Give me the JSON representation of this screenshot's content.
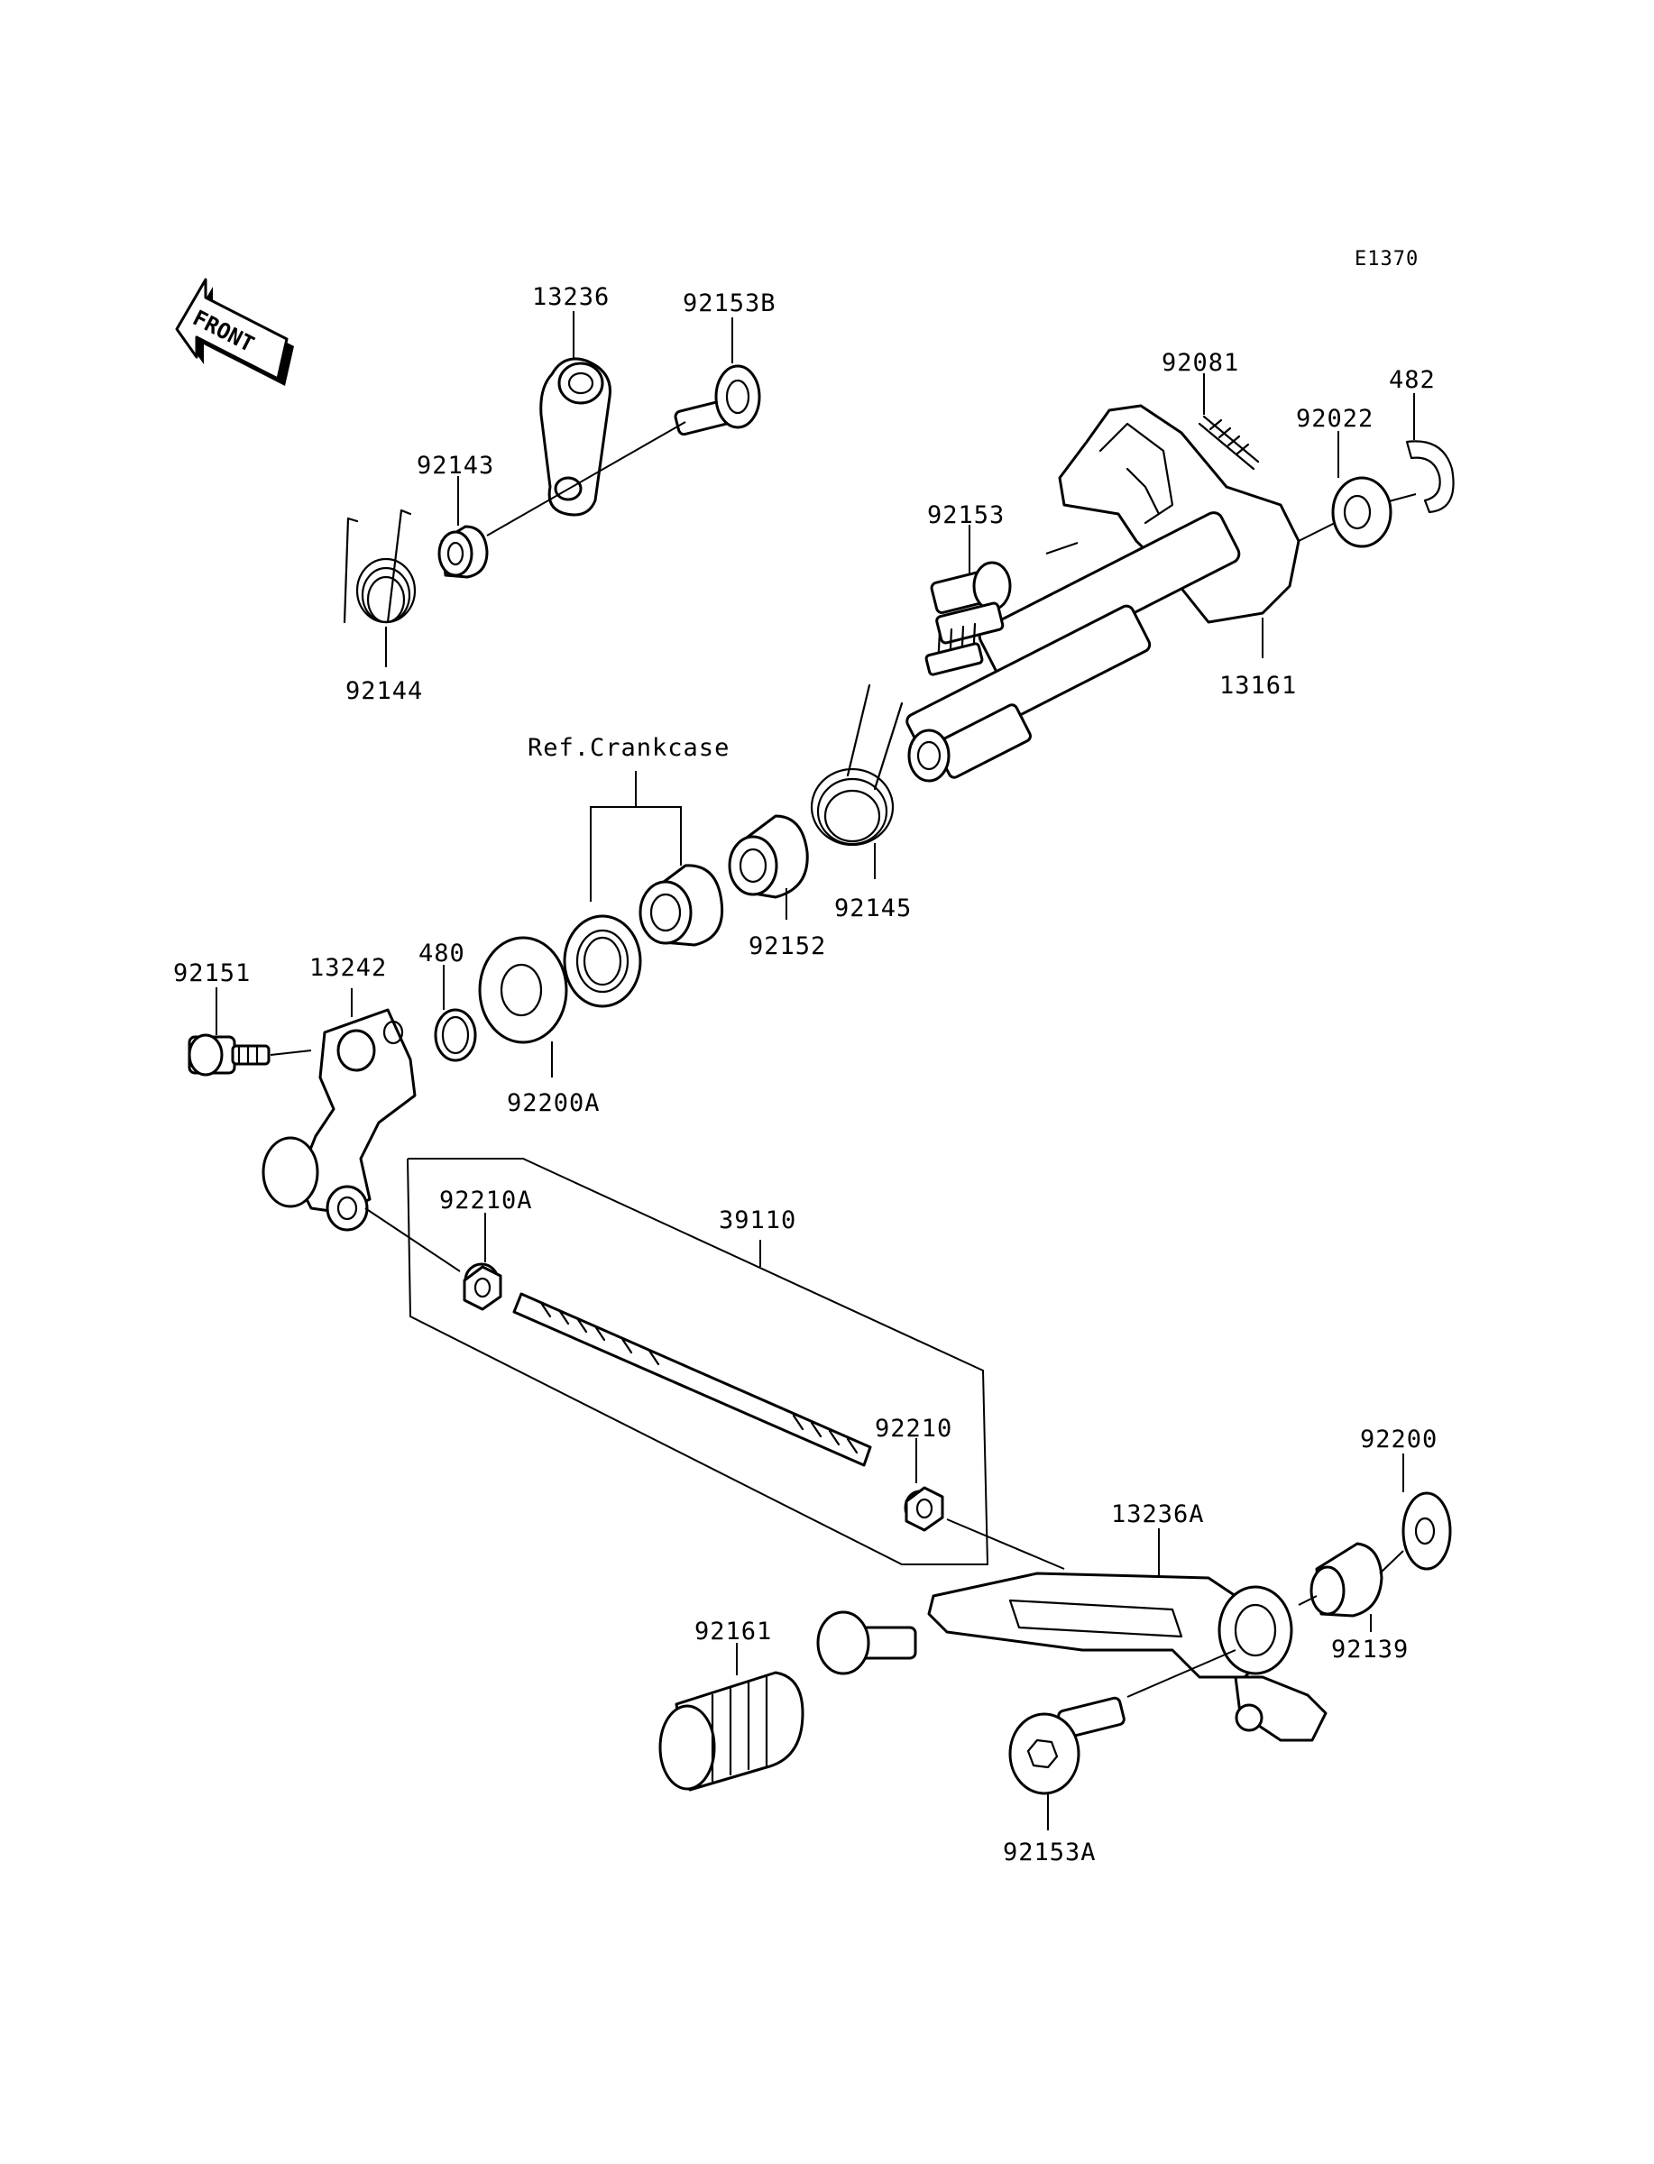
{
  "diagram": {
    "code": "E1370",
    "orientation": "FRONT",
    "reference_label": "Ref.Crankcase"
  },
  "parts": {
    "p13236": "13236",
    "p92153B": "92153B",
    "p92143": "92143",
    "p92144": "92144",
    "p92081": "92081",
    "p482": "482",
    "p92022": "92022",
    "p92153": "92153",
    "p13161": "13161",
    "p92145": "92145",
    "p92152": "92152",
    "p92151": "92151",
    "p13242": "13242",
    "p480": "480",
    "p92200A": "92200A",
    "p92210A": "92210A",
    "p39110": "39110",
    "p92210": "92210",
    "p92200": "92200",
    "p13236A": "13236A",
    "p92161": "92161",
    "p92139": "92139",
    "p92153A": "92153A"
  }
}
